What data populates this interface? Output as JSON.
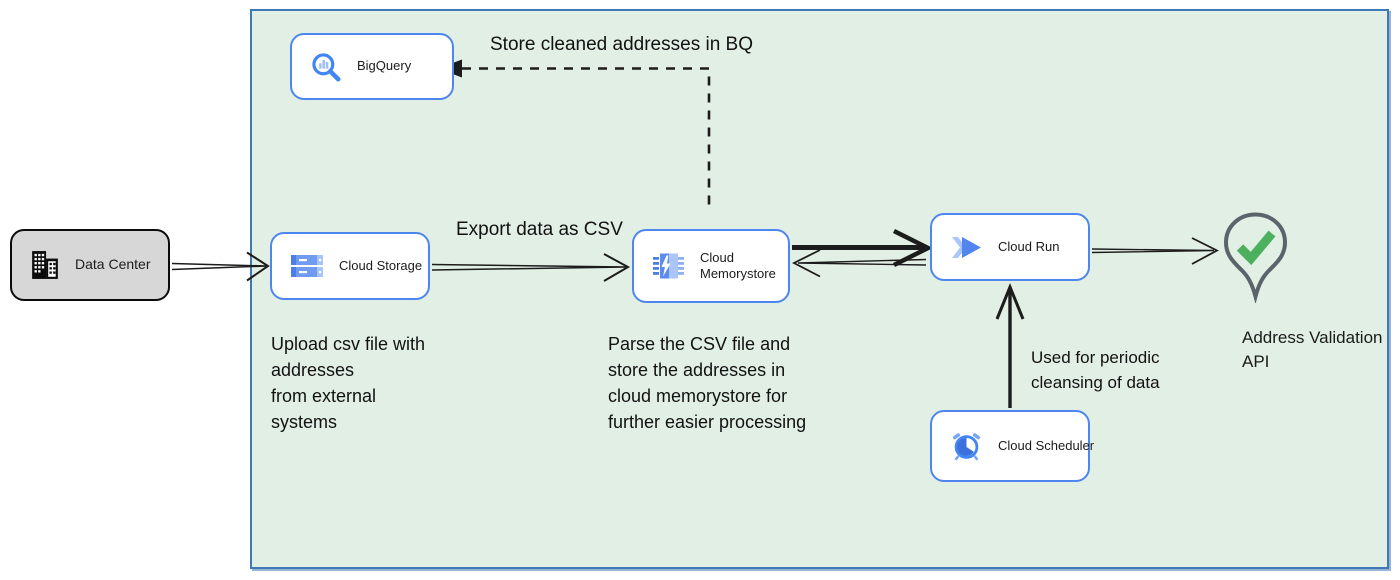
{
  "colors": {
    "container_bg": "#e2efe4",
    "container_border": "#4077b5",
    "node_border_blue": "#4e86f0",
    "node_bg": "#ffffff",
    "datacenter_bg": "#d7d7d7",
    "datacenter_border": "#0c0c0c",
    "arrow_black": "#1c1c1c",
    "icon_blue": "#4285f4",
    "icon_blue_light": "#a9c7fb",
    "check_green": "#4cb05e",
    "pin_gray": "#5b646c"
  },
  "nodes": {
    "data_center": {
      "label": "Data Center",
      "icon": "building-icon"
    },
    "bigquery": {
      "label": "BigQuery",
      "icon": "bigquery-magnifier-icon"
    },
    "cloud_storage": {
      "label": "Cloud Storage",
      "icon": "storage-buckets-icon"
    },
    "cloud_memorystore": {
      "label": "Cloud Memorystore",
      "icon": "memorystore-chip-icon"
    },
    "cloud_run": {
      "label": "Cloud Run",
      "icon": "cloud-run-chevron-icon"
    },
    "cloud_scheduler": {
      "label": "Cloud Scheduler",
      "icon": "scheduler-alarm-clock-icon"
    },
    "address_validation": {
      "label": "Address Validation API",
      "icon": "map-pin-check-icon"
    }
  },
  "annotations": {
    "store_bq": "Store cleaned addresses in BQ",
    "export_csv": "Export data as CSV",
    "upload_note": "Upload csv file with\naddresses\nfrom external\nsystems",
    "parse_note": "Parse the CSV file and\nstore the addresses in\ncloud  memorystore for\nfurther easier processing",
    "scheduler_note": "Used for periodic\ncleansing of data"
  },
  "edges": [
    {
      "from": "data_center",
      "to": "cloud_storage",
      "style": "thin-open-arrow"
    },
    {
      "from": "cloud_storage",
      "to": "cloud_memorystore",
      "style": "thin-open-arrow",
      "label": "Export data as CSV"
    },
    {
      "from": "cloud_memorystore",
      "to": "cloud_run",
      "style": "thick-arrow"
    },
    {
      "from": "cloud_run",
      "to": "cloud_memorystore",
      "style": "thin-open-arrow"
    },
    {
      "from": "cloud_run",
      "to": "address_validation",
      "style": "thin-open-arrow"
    },
    {
      "from": "cloud_scheduler",
      "to": "cloud_run",
      "style": "thick-arrow",
      "label": "Used for periodic cleansing of data"
    },
    {
      "from": "cloud_memorystore",
      "to": "bigquery",
      "style": "dashed-arrow",
      "label": "Store cleaned addresses in BQ"
    }
  ]
}
